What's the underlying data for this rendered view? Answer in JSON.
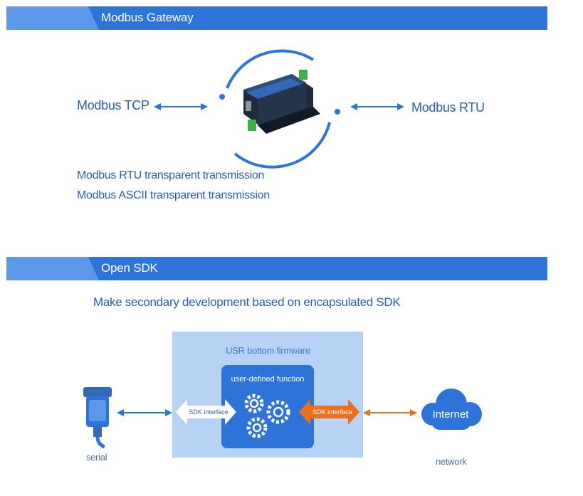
{
  "sections": {
    "gateway": {
      "title": "Modbus Gateway"
    },
    "sdk": {
      "title": "Open SDK"
    }
  },
  "gateway": {
    "left_protocol": "Modbus TCP",
    "right_protocol": "Modbus RTU",
    "features": [
      "Modbus RTU transparent transmission",
      "Modbus ASCII transparent transmission"
    ]
  },
  "sdk": {
    "caption": "Make secondary development based on encapsulated SDK",
    "firmware_title": "USR bottom firmware",
    "function_title": "user-defined function",
    "sdk_left_label": "SDK interface",
    "sdk_right_label": "SDK interface",
    "serial_label": "serial",
    "network_label": "network",
    "cloud_label": "Internet"
  },
  "colors": {
    "primary": "#2e73d8",
    "tab": "#5c97ea",
    "text": "#2a5ea8",
    "firmware_bg": "#b8d2f5",
    "accent_orange": "#ec6f1e"
  },
  "icons": [
    "device-icon",
    "serial-connector-icon",
    "gears-icon",
    "cloud-icon"
  ]
}
